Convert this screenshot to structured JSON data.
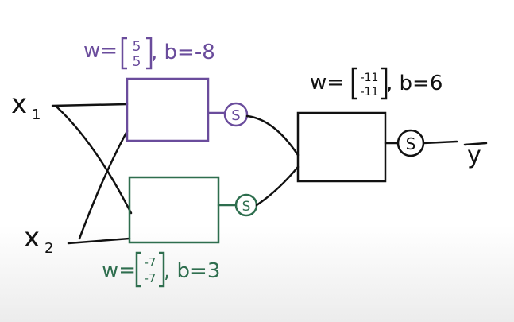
{
  "colors": {
    "purple": "#6a4c9c",
    "green": "#2e6e4e",
    "black": "#111111"
  },
  "inputs": {
    "x1": "x",
    "x1_sub": "1",
    "x2": "x",
    "x2_sub": "2"
  },
  "output": {
    "label": "y"
  },
  "neuron_top": {
    "w_label": "w=",
    "w": [
      "5",
      "5"
    ],
    "b_label": ", b=-8",
    "activation": "S"
  },
  "neuron_bottom": {
    "w_label": "w=",
    "w": [
      "-7",
      "-7"
    ],
    "b_label": ", b=3",
    "activation": "S"
  },
  "neuron_out": {
    "w_label": "w=",
    "w": [
      "-11",
      "-11"
    ],
    "b_label": ", b=6",
    "activation": "S"
  }
}
